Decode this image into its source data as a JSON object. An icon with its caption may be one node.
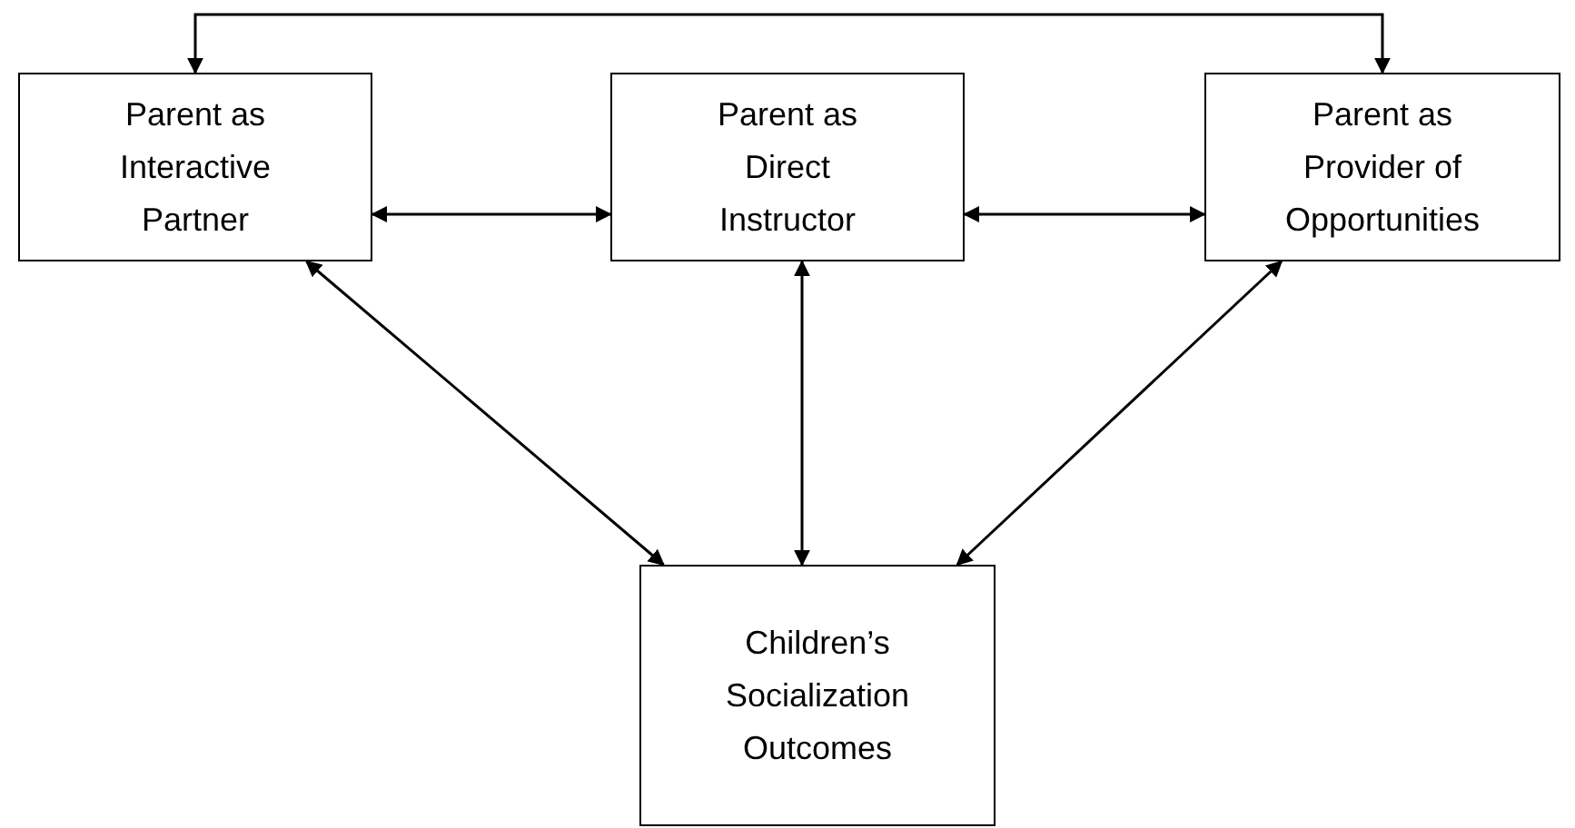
{
  "diagram": {
    "nodes": [
      {
        "text": [
          "Parent as Interactive Partner"
        ]
      },
      {
        "text": [
          "Parent as Direct Instructor"
        ]
      },
      {
        "text": [
          "Parent as Provider of Opportunities"
        ]
      },
      {
        "text": [
          "Children’s Socialization Outcomes"
        ]
      }
    ],
    "edges": [
      {
        "from": 0,
        "to": 2,
        "arrow": "both"
      },
      {
        "from": 0,
        "to": 1,
        "arrow": "both"
      },
      {
        "from": 1,
        "to": 2,
        "arrow": "both"
      },
      {
        "from": 1,
        "to": 3,
        "arrow": "both"
      },
      {
        "from": 0,
        "to": 3,
        "arrow": "both"
      },
      {
        "from": 2,
        "to": 3,
        "arrow": "both"
      }
    ]
  }
}
